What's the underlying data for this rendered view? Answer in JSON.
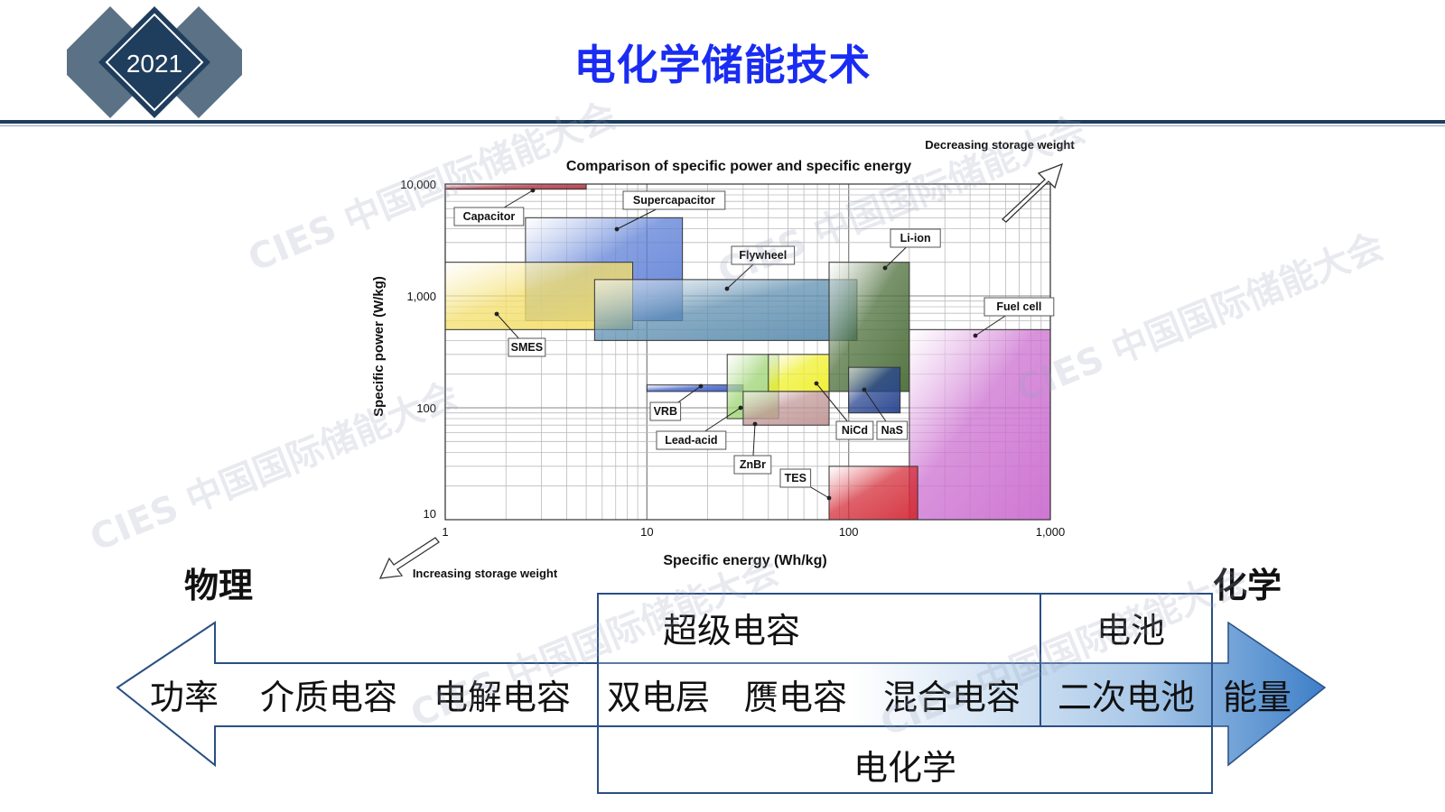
{
  "header": {
    "year": "2021",
    "title": "电化学储能技术"
  },
  "chart_data": {
    "type": "area",
    "title": "Comparison of specific power and specific energy",
    "xlabel": "Specific energy (Wh/kg)",
    "ylabel": "Specific power (W/kg)",
    "x_scale": "log",
    "y_scale": "log",
    "xlim": [
      1,
      1000
    ],
    "ylim": [
      10,
      10000
    ],
    "x_ticks": [
      "1",
      "10",
      "100",
      "1,000"
    ],
    "y_ticks": [
      "10",
      "100",
      "1,000",
      "10,000"
    ],
    "grid": true,
    "arrow_top_label": "Decreasing storage weight",
    "arrow_bottom_label": "Increasing storage weight",
    "regions": [
      {
        "name": "Capacitor",
        "x": [
          1,
          5
        ],
        "y": [
          9000,
          10000
        ],
        "color": "#b03040"
      },
      {
        "name": "Supercapacitor",
        "x": [
          2.5,
          15
        ],
        "y": [
          600,
          5000
        ],
        "color": "#5d7fd6"
      },
      {
        "name": "SMES",
        "x": [
          1,
          8.5
        ],
        "y": [
          500,
          2000
        ],
        "color": "#f3de6a"
      },
      {
        "name": "Flywheel",
        "x": [
          5.5,
          110
        ],
        "y": [
          400,
          1400
        ],
        "color": "#5f8fb0"
      },
      {
        "name": "Li-ion",
        "x": [
          80,
          200
        ],
        "y": [
          140,
          2000
        ],
        "color": "#4c6e3a"
      },
      {
        "name": "Fuel cell",
        "x": [
          200,
          1000
        ],
        "y": [
          10,
          500
        ],
        "color": "#cc6fd0"
      },
      {
        "name": "VRB",
        "x": [
          10,
          30
        ],
        "y": [
          140,
          160
        ],
        "color": "#3558c8"
      },
      {
        "name": "Lead-acid",
        "x": [
          25,
          45
        ],
        "y": [
          80,
          300
        ],
        "color": "#9ed474"
      },
      {
        "name": "NiCd",
        "x": [
          40,
          80
        ],
        "y": [
          140,
          300
        ],
        "color": "#f0f030"
      },
      {
        "name": "NaS",
        "x": [
          100,
          180
        ],
        "y": [
          90,
          230
        ],
        "color": "#27448f"
      },
      {
        "name": "ZnBr",
        "x": [
          30,
          80
        ],
        "y": [
          70,
          140
        ],
        "color": "#c29898"
      },
      {
        "name": "TES",
        "x": [
          80,
          220
        ],
        "y": [
          10,
          30
        ],
        "color": "#d42e3a"
      }
    ]
  },
  "spectrum": {
    "left_end": "物理",
    "right_end": "化学",
    "super_capacitor": "超级电容",
    "battery": "电池",
    "power": "功率",
    "dielectric_capacitor": "介质电容",
    "electrolytic_capacitor": "电解电容",
    "double_layer": "双电层",
    "pseudo_capacitor": "赝电容",
    "hybrid_capacitor": "混合电容",
    "secondary_battery": "二次电池",
    "energy": "能量",
    "electrochemistry": "电化学"
  },
  "colors": {
    "title_blue": "#1a2cf2",
    "logo_dark": "#1f3d5c",
    "logo_light": "#5b7185",
    "arrow_blue": "#3d7fc8"
  },
  "watermark": "CIES 中国国际储能大会"
}
